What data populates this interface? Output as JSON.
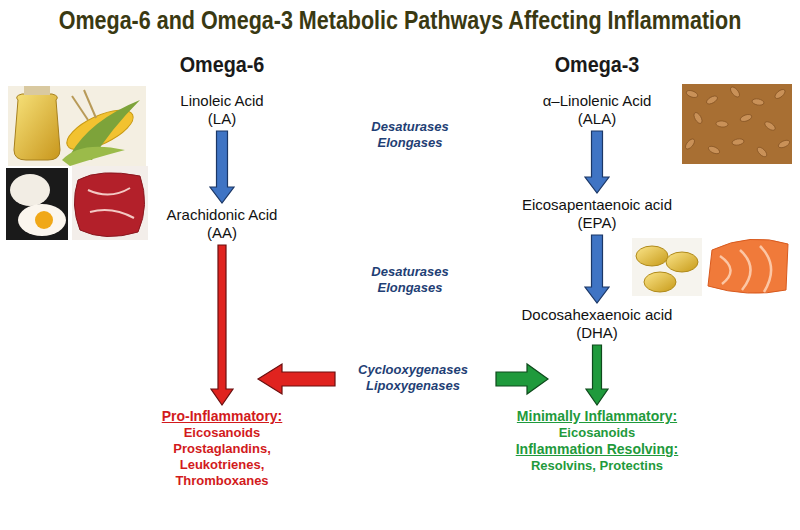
{
  "diagram": {
    "title": "Omega-6 and Omega-3 Metabolic Pathways Affecting Inflammation",
    "nodes": [
      {
        "text": [
          "Linoleic Acid (LA)"
        ]
      },
      {
        "text": [
          "α–Linolenic Acid (ALA)"
        ]
      },
      {
        "text": [
          "Arachidonic Acid (AA)"
        ]
      },
      {
        "text": [
          "Eicosapentaenoic acid (EPA)"
        ]
      },
      {
        "text": [
          "Docosahexaenoic acid (DHA)"
        ]
      },
      {
        "text": [
          "Pro-Inflammatory:",
          "Eicosanoids Prostaglandins, Leukotrienes, Thromboxanes"
        ]
      },
      {
        "text": [
          "Minimally Inflammatory:",
          "Eicosanoids",
          "Inflammation Resolving:",
          "Resolvins, Protectins"
        ]
      }
    ],
    "edges": [
      {
        "from": 0,
        "to": 2,
        "arrow": "to"
      },
      {
        "from": 1,
        "to": 3,
        "arrow": "to"
      },
      {
        "from": 3,
        "to": 4,
        "arrow": "to"
      },
      {
        "from": 2,
        "to": 5,
        "arrow": "to"
      },
      {
        "from": 4,
        "to": 6,
        "arrow": "to"
      }
    ],
    "labels": [
      "Omega-6",
      "Omega-3",
      "Desaturases Elongases",
      "Desaturases Elongases",
      "Cyclooxygenases Lipoxygenases"
    ]
  }
}
